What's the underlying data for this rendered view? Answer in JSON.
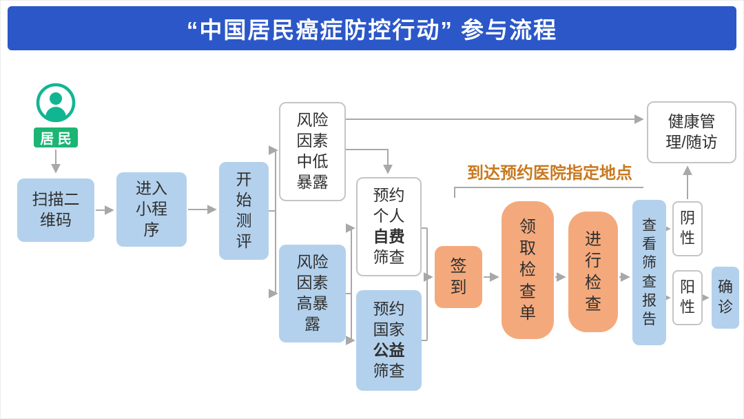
{
  "title": "“中国居民癌症防控行动” 参与流程",
  "annotation": "到达预约医院指定地点",
  "nodes": {
    "resident_label": "居 民",
    "scan_qr": "扫描二\n维码",
    "enter_miniprogram": "进入\n小程\n序",
    "start_assessment": "开\n始\n测\n评",
    "risk_low": "风险\n因素\n中低\n暴露",
    "risk_high": "风险\n因素\n高暴\n露",
    "book_self_paid": {
      "pre": "预约\n个人\n",
      "bold": "自费",
      "post": "\n筛查"
    },
    "book_public": {
      "pre": "预约\n国家\n",
      "bold": "公益",
      "post": "\n筛查"
    },
    "sign_in": "签\n到",
    "get_checklist": "领\n取\n检\n查\n单",
    "do_exam": "进\n行\n检\n查",
    "view_report": "查\n看\n筛\n查\n报\n告",
    "negative": "阴\n性",
    "positive": "阳\n性",
    "confirm": "确\n诊",
    "health_mgmt": "健康管\n理/随访"
  },
  "colors": {
    "banner": "#2b57c8",
    "light_blue": "#b3d1ec",
    "orange": "#f4a97c",
    "green": "#1cb574",
    "avatar_stroke": "#12b592",
    "annotation_text": "#c8791f",
    "line": "#a8a8a8"
  }
}
